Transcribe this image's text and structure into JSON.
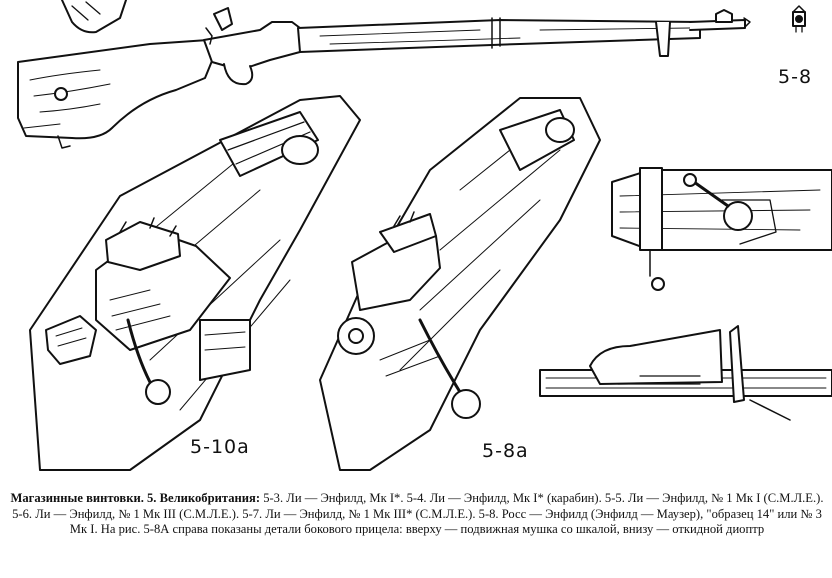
{
  "figures": {
    "rifle_5_8": "5-8",
    "rifle_5_10a": "5-10a",
    "rifle_5_8a": "5-8a"
  },
  "caption": {
    "title": "Магазинные винтовки. 5. Великобритания:",
    "body": "5-3. Ли — Энфилд, Мк I*. 5-4. Ли — Энфилд, Мк I* (карабин). 5-5. Ли — Энфилд, № 1 Мк I (С.М.Л.Е.). 5-6. Ли — Энфилд, № 1 Мк III (С.М.Л.Е.). 5-7. Ли — Энфилд, № 1 Мк III* (С.М.Л.Е.). 5-8. Росс — Энфилд (Энфилд — Маузер), \"образец 14\" или № 3 Мк I. На рис. 5-8А справа показаны детали бокового прицела: вверху — подвижная мушка со шкалой, внизу — откидной диоптр"
  }
}
